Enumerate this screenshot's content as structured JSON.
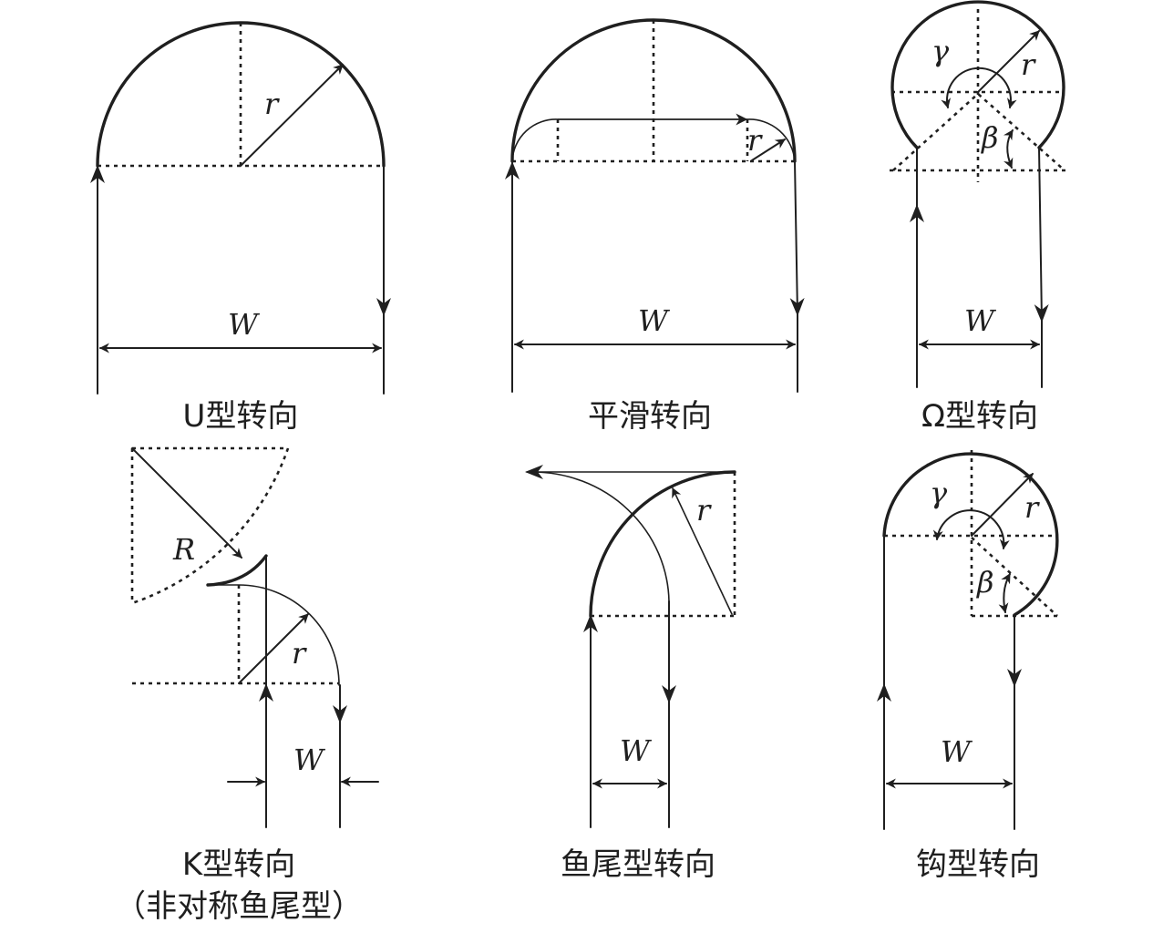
{
  "colors": {
    "stroke": "#1f1f1f",
    "background": "#ffffff"
  },
  "panels": [
    {
      "id": "u-turn",
      "caption": "U型转向",
      "labels": {
        "r": "r",
        "W": "W"
      }
    },
    {
      "id": "smooth-turn",
      "caption": "平滑转向",
      "labels": {
        "r": "r",
        "W": "W"
      }
    },
    {
      "id": "omega-turn",
      "caption": "Ω型转向",
      "labels": {
        "gamma": "γ",
        "r": "r",
        "beta": "β",
        "W": "W"
      }
    },
    {
      "id": "k-turn",
      "caption": "K型转向",
      "caption_line2": "（非对称鱼尾型）",
      "labels": {
        "R": "R",
        "r": "r",
        "W": "W"
      }
    },
    {
      "id": "fishtail-turn",
      "caption": "鱼尾型转向",
      "labels": {
        "r": "r",
        "W": "W"
      }
    },
    {
      "id": "hook-turn",
      "caption": "钩型转向",
      "labels": {
        "gamma": "γ",
        "r": "r",
        "beta": "β",
        "W": "W"
      }
    }
  ]
}
